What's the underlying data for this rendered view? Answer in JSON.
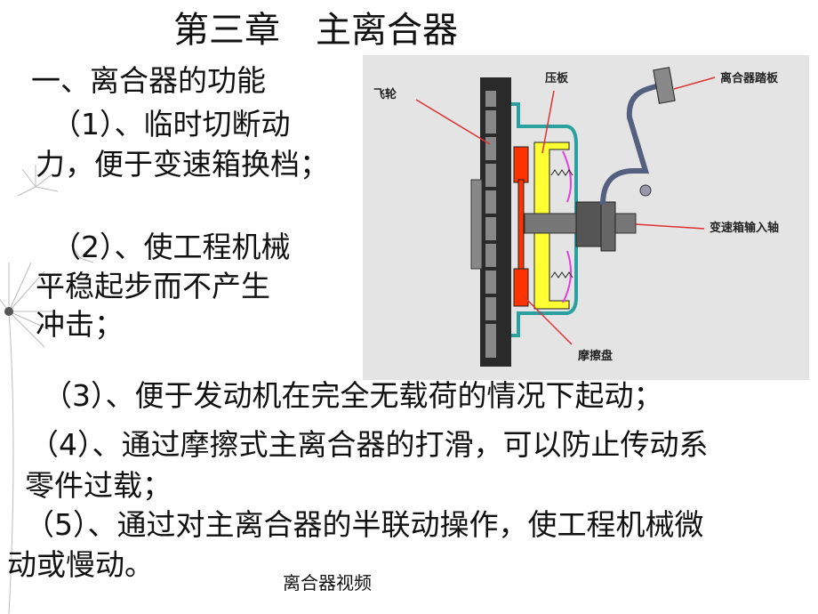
{
  "title": "第三章　主离合器",
  "section": "一、离合器的功能",
  "lines": [
    "（1）、临时切断动",
    "力，便于变速箱换档；",
    "（2）、使工程机械",
    "平稳起步而不产生",
    "冲击；",
    "（3）、便于发动机在完全无载荷的情况下起动；",
    "（4）、通过摩擦式主离合器的打滑，可以防止传动系",
    "零件过载；",
    "（5）、通过对主离合器的半联动操作，使工程机械微",
    "动或慢动。"
  ],
  "diagram": {
    "flywheel": "飞轮",
    "pressure_plate": "压板",
    "pedal": "离合器踏板",
    "input_shaft": "变速箱输入轴",
    "friction_disc": "摩擦盘"
  },
  "video_link": "离合器视频"
}
